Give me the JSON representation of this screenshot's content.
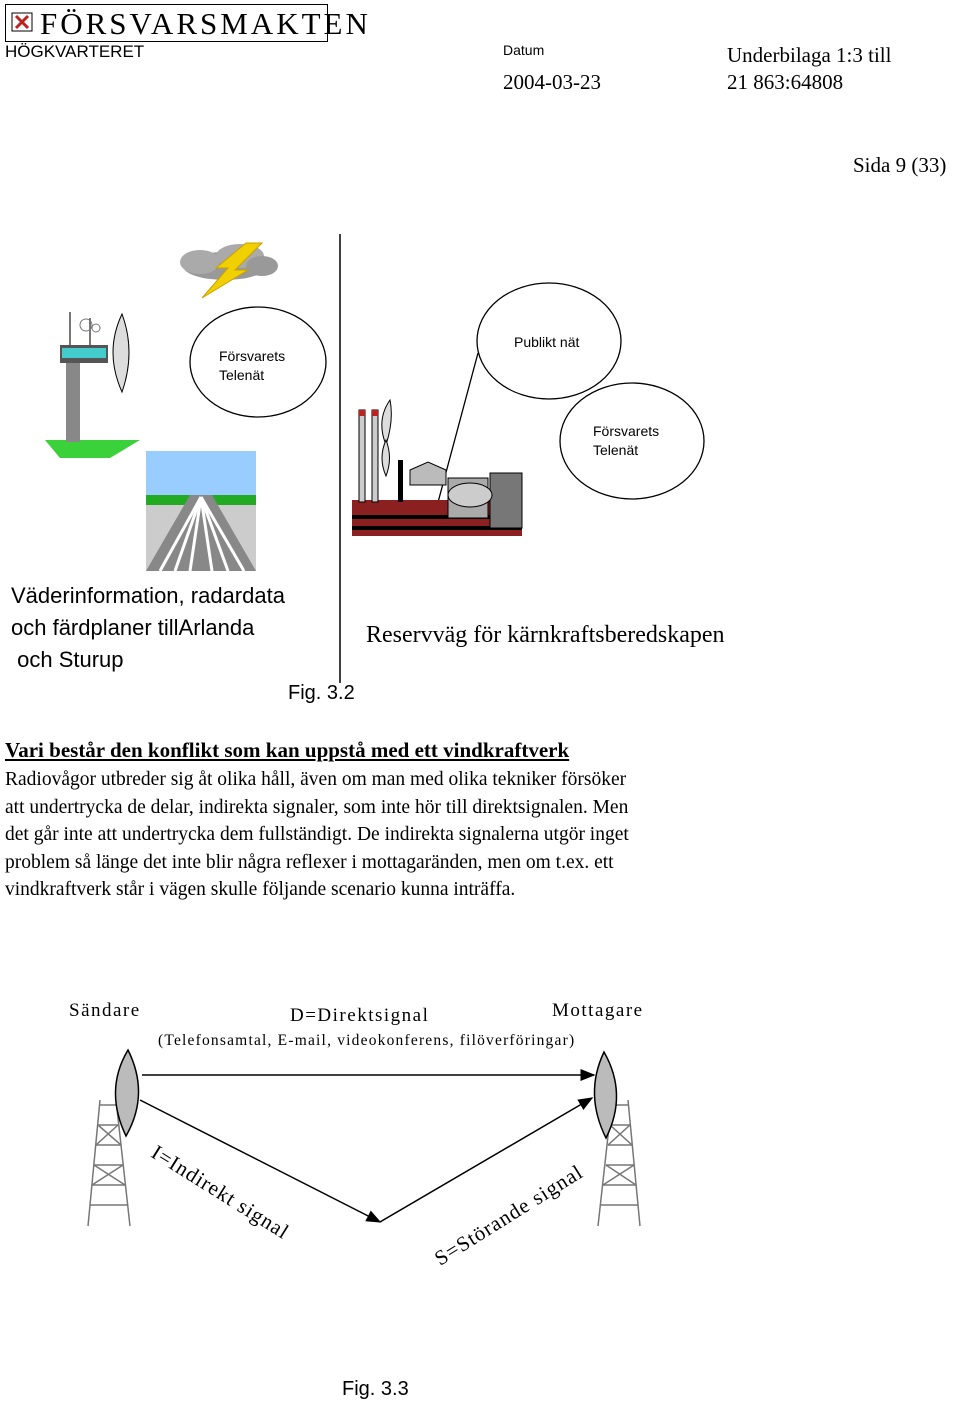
{
  "header": {
    "logo_text": "FÖRSVARSMAKTEN",
    "org_unit": "HÖGKVARTERET",
    "datum_label": "Datum",
    "date": "2004-03-23",
    "appendix": "Underbilaga 1:3 till",
    "reference": "21 863:64808",
    "page": "Sida 9 (33)"
  },
  "fig32": {
    "bubble_fm_telenat_1": "Försvarets\nTelenät",
    "bubble_public": "Publikt nät",
    "bubble_fm_telenat_2": "Försvarets\nTelenät",
    "left_caption": "Väderinformation, radardata\noch färdplaner tillArlanda\n och Sturup",
    "right_caption": "Reservväg för kärnkraftsberedskapen",
    "fig_label": "Fig. 3.2"
  },
  "section": {
    "heading": "Vari består den konflikt som kan uppstå med ett vindkraftverk",
    "lines": [
      "Radiovågor utbreder sig åt olika håll, även om man med olika tekniker försöker",
      "att undertrycka de delar, indirekta signaler, som inte hör till direktsignalen. Men",
      "det går inte att undertrycka dem fullständigt. De indirekta signalerna utgör inget",
      "problem så länge det inte blir några reflexer i mottagaränden, men om t.ex. ett",
      "vindkraftverk står i vägen skulle följande scenario kunna inträffa."
    ]
  },
  "fig33": {
    "sender": "Sändare",
    "direct": "D=Direktsignal",
    "receiver": "Mottagare",
    "examples": "(Telefonsamtal, E-mail, videokonferens, filöverföringar)",
    "indirect": "I=Indirekt signal",
    "interference": "S=Störande signal",
    "fig_label": "Fig. 3.3"
  }
}
